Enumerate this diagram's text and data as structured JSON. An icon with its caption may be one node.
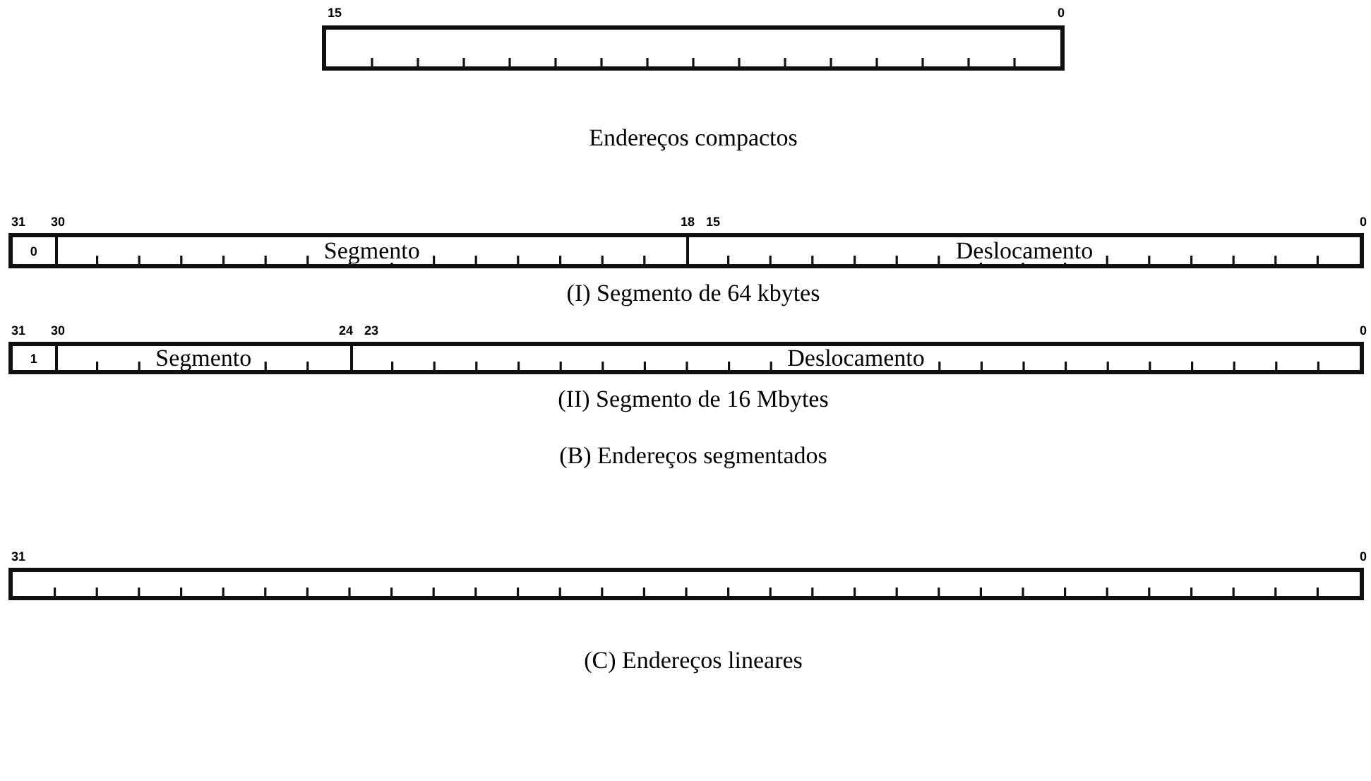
{
  "diagram": {
    "nodes": [
      {
        "text": [],
        "shape": "box"
      },
      {
        "text": [],
        "shape": "box"
      },
      {
        "text": [
          "0"
        ],
        "in": 1
      },
      {
        "text": [
          "Segmento"
        ],
        "in": 1
      },
      {
        "text": [
          "Deslocamento"
        ],
        "in": 1
      },
      {
        "text": [],
        "shape": "box"
      },
      {
        "text": [
          "1"
        ],
        "in": 5
      },
      {
        "text": [
          "Segmento"
        ],
        "in": 5
      },
      {
        "text": [
          "Deslocamento"
        ],
        "in": 5
      },
      {
        "text": [],
        "shape": "box"
      }
    ],
    "edges": [],
    "labels": [
      "15",
      "0",
      "Endereços compactos",
      "31",
      "30",
      "18",
      "15",
      "0",
      "(I) Segmento de 64 kbytes",
      "31",
      "30",
      "24",
      "23",
      "0",
      "(II) Segmento de 16 Mbytes",
      "(B) Endereços segmentados",
      "31",
      "0",
      "(C) Endereços lineares"
    ]
  }
}
